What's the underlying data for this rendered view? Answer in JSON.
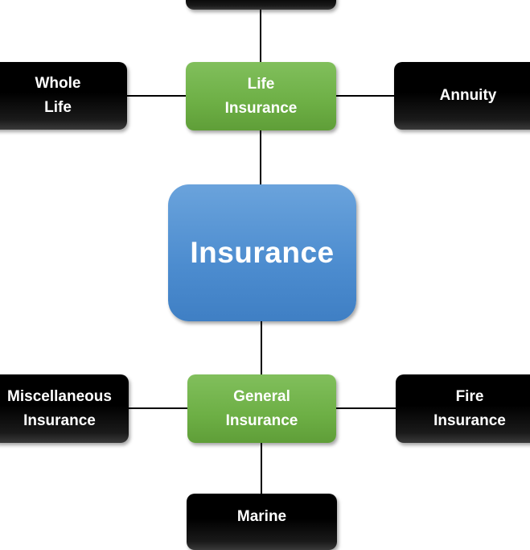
{
  "diagram": {
    "center": {
      "label": "Insurance",
      "color": "#4a8bcd"
    },
    "branches": [
      {
        "label": "Life\nInsurance",
        "color": "#72b14a",
        "children": [
          "Whole\nLife",
          "Annuity",
          ""
        ]
      },
      {
        "label": "General\nInsurance",
        "color": "#72b14a",
        "children": [
          "Miscellaneous\nInsurance",
          "Fire\nInsurance",
          "Marine"
        ]
      }
    ],
    "leaf_color": "#000000",
    "connector_color": "#000000"
  }
}
